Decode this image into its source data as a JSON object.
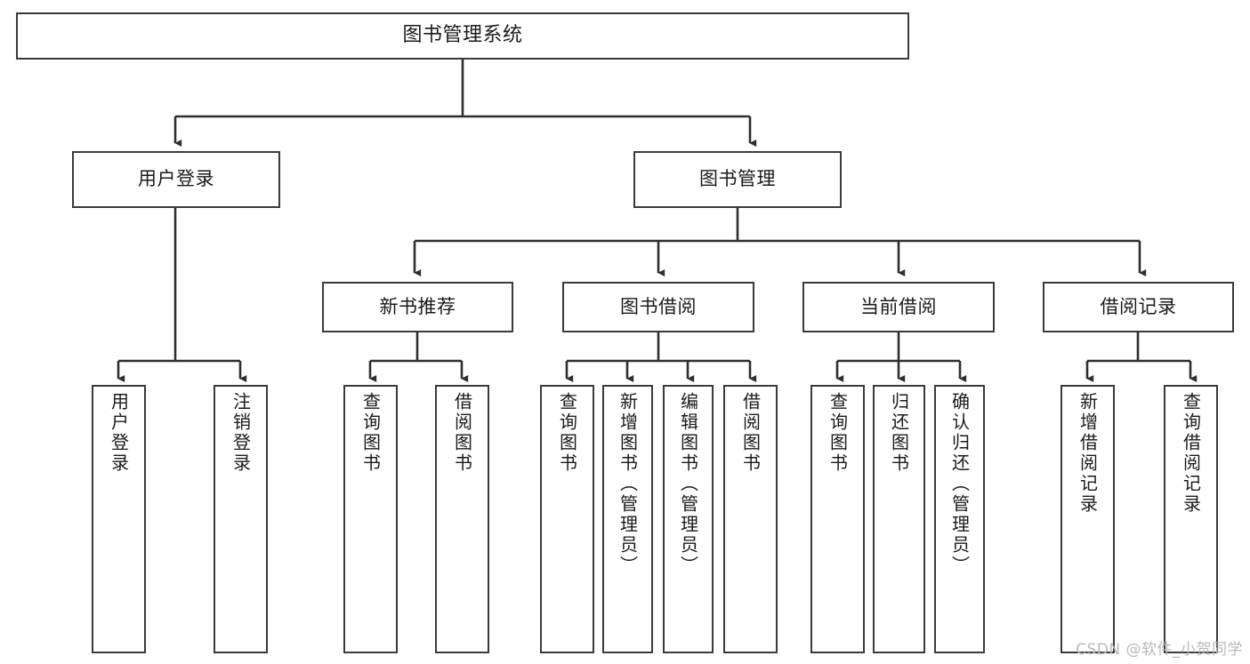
{
  "diagram": {
    "title": "图书管理系统",
    "type": "hierarchy-tree",
    "watermark": "CSDN @软件_小贺同学",
    "colors": {
      "box_border": "#3a3a3a",
      "box_fill": "#ffffff",
      "connector": "#2e2e2e",
      "text": "#1a1a1a",
      "watermark": "#b9b9b9",
      "background": "#ffffff"
    },
    "levels": {
      "root": {
        "label": "图书管理系统"
      },
      "level2": [
        {
          "label": "用户登录"
        },
        {
          "label": "图书管理"
        }
      ],
      "level3": [
        {
          "label": "新书推荐"
        },
        {
          "label": "图书借阅"
        },
        {
          "label": "当前借阅"
        },
        {
          "label": "借阅记录"
        }
      ],
      "leaves": [
        {
          "label": "用户登录"
        },
        {
          "label": "注销登录"
        },
        {
          "label": "查询图书"
        },
        {
          "label": "借阅图书"
        },
        {
          "label": "查询图书"
        },
        {
          "label": "新增图书（管理员）"
        },
        {
          "label": "编辑图书（管理员）"
        },
        {
          "label": "借阅图书"
        },
        {
          "label": "查询图书"
        },
        {
          "label": "归还图书"
        },
        {
          "label": "确认归还（管理员）"
        },
        {
          "label": "新增借阅记录"
        },
        {
          "label": "查询借阅记录"
        }
      ]
    }
  }
}
